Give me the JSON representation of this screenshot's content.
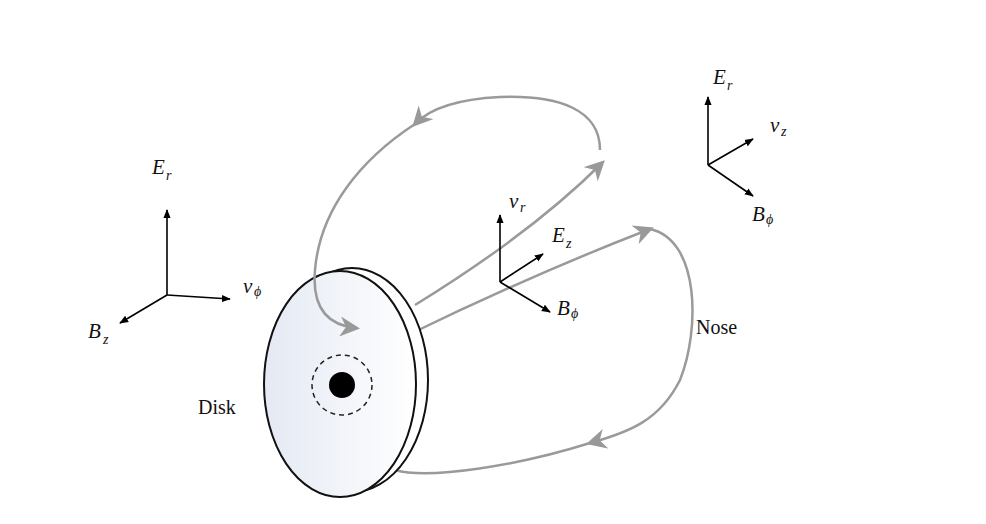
{
  "diagram": {
    "labels": [
      "E",
      "r",
      "v",
      "ϕ",
      "B",
      "z",
      "v",
      "r",
      "E",
      "z",
      "B",
      "ϕ",
      "E",
      "r",
      "v",
      "z",
      "B",
      "ϕ",
      "Disk",
      "Nose"
    ]
  }
}
